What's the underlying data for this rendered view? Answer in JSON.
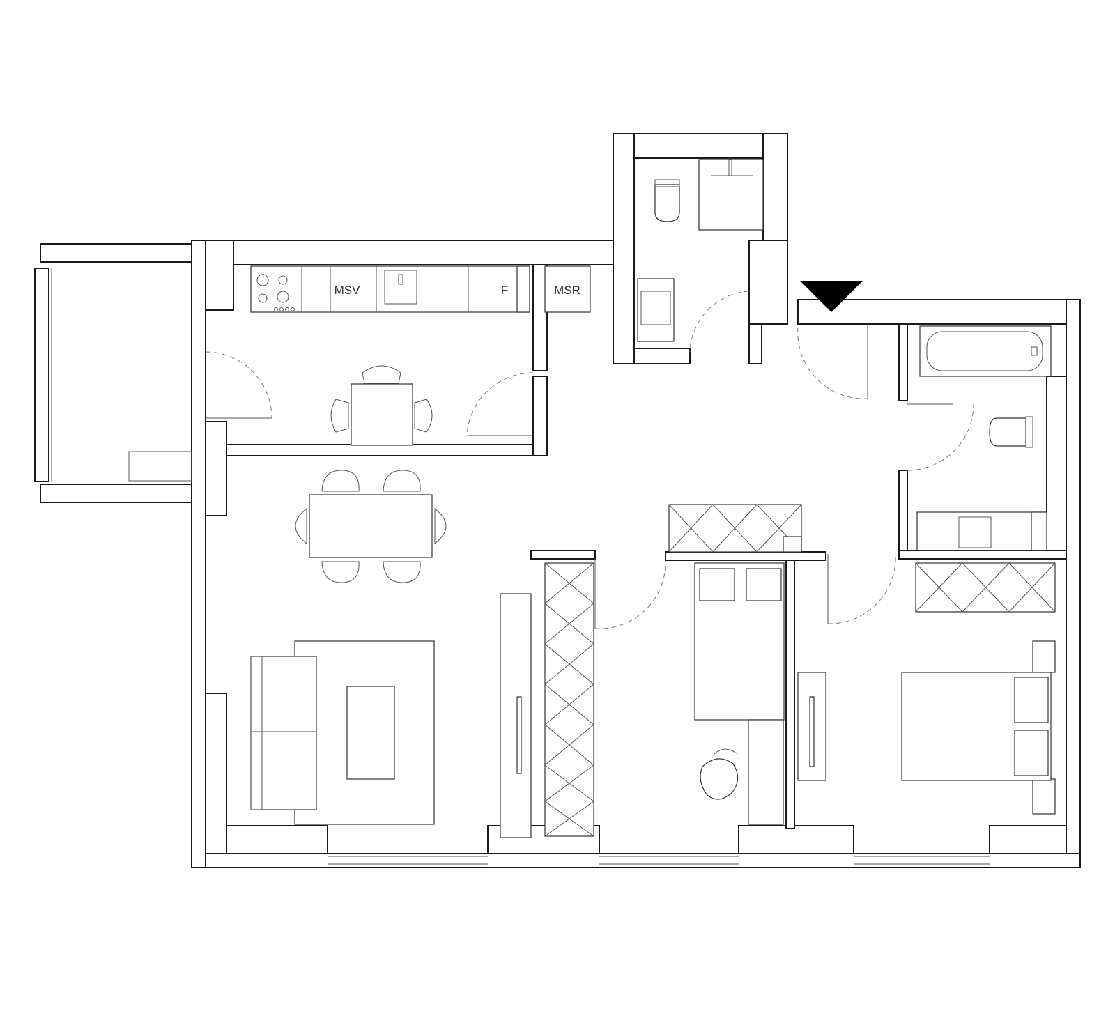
{
  "labels": {
    "dishwasher": "MSV",
    "fridge": "F",
    "washer": "MSR"
  },
  "colors": {
    "background": "#ffffff",
    "wall_stroke": "#1a1a1a",
    "entrance_marker": "#000000"
  },
  "icons": {
    "entrance": "entrance-triangle-icon"
  }
}
